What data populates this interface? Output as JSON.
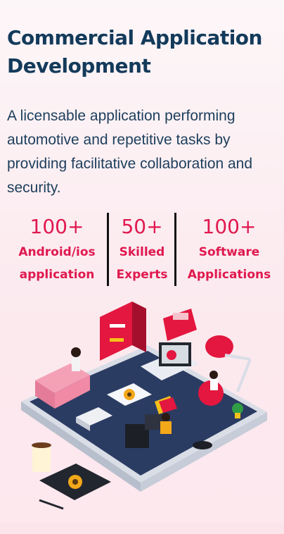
{
  "hero": {
    "title": "Commercial Application Development",
    "description": "A licensable application performing automotive and repetitive tasks by providing facilitative collaboration and security."
  },
  "stats": [
    {
      "value": "100+",
      "label_line1": "Android/ios",
      "label_line2": "application"
    },
    {
      "value": "50+",
      "label_line1": "Skilled",
      "label_line2": "Experts"
    },
    {
      "value": "100+",
      "label_line1": "Software",
      "label_line2": "Applications"
    }
  ],
  "colors": {
    "title": "#133a5a",
    "accent": "#e0194f",
    "divider": "#111111"
  },
  "illustration": {
    "icon": "office-workspace-illustration"
  }
}
